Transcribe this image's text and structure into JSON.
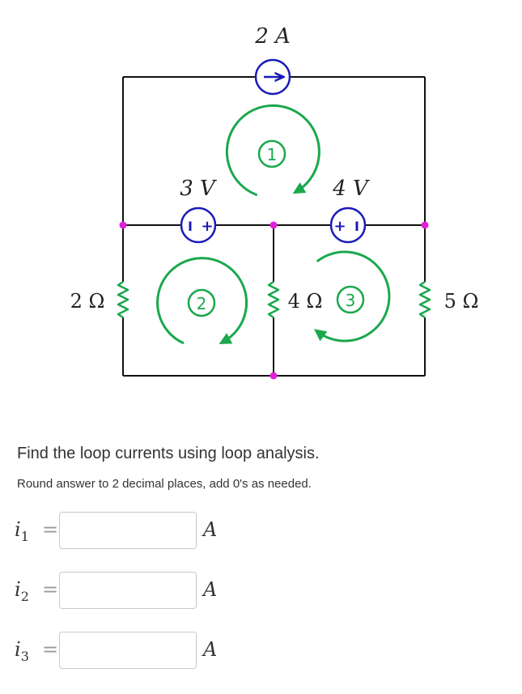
{
  "circuit": {
    "current_source_label": "2 A",
    "voltage_source_left_label": "3 V",
    "voltage_source_right_label": "4 V",
    "resistor_left_label": "2 Ω",
    "resistor_middle_label": "4 Ω",
    "resistor_right_label": "5 Ω",
    "loop_1_label": "1",
    "loop_2_label": "2",
    "loop_3_label": "3",
    "source_polarity_plus": "+",
    "source_polarity_minus": "I",
    "colors": {
      "wire": "#111111",
      "source": "#1a1ab8",
      "loop": "#1aa84c",
      "node": "#e020d8"
    }
  },
  "question": {
    "prompt": "Find the loop currents using loop analysis.",
    "hint": "Round answer to 2 decimal places, add 0's as needed."
  },
  "answers": [
    {
      "var": "i",
      "sub": "1",
      "eq": "=",
      "unit": "A",
      "value": ""
    },
    {
      "var": "i",
      "sub": "2",
      "eq": "=",
      "unit": "A",
      "value": ""
    },
    {
      "var": "i",
      "sub": "3",
      "eq": "=",
      "unit": "A",
      "value": ""
    }
  ]
}
